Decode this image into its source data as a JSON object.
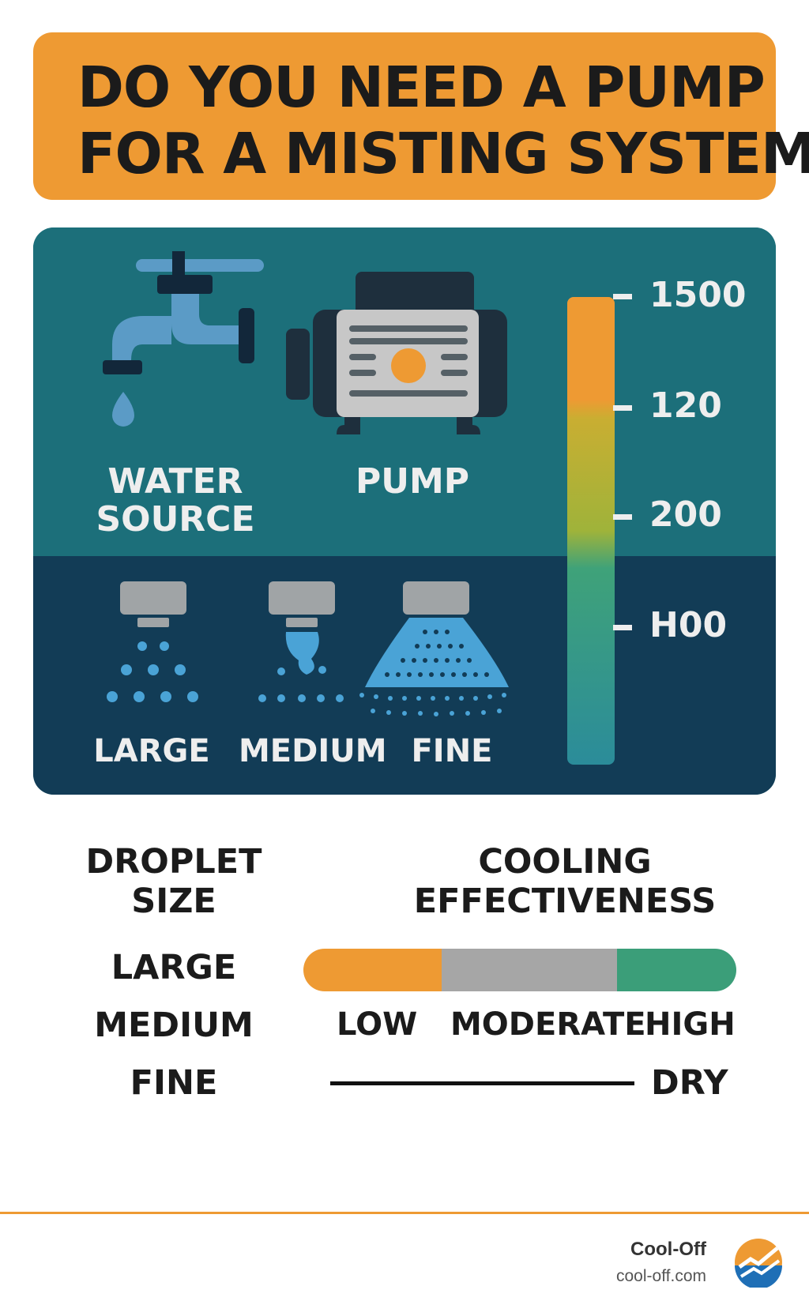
{
  "title": {
    "line1": "DO YOU NEED A PUMP",
    "line2": "FOR A MISTING SYSTEM?"
  },
  "diagram": {
    "water_source_label": "WATER SOURCE",
    "pump_label": "PUMP",
    "nozzles": {
      "large": "LARGE",
      "medium": "MEDIUM",
      "fine": "FINE"
    },
    "gauge_ticks": [
      "1500",
      "120",
      "200",
      "H00"
    ]
  },
  "legend": {
    "droplet_heading": "DROPLET SIZE",
    "cooling_heading": "COOLING EFFECTIVENESS",
    "sizes": [
      "LARGE",
      "MEDIUM",
      "FINE"
    ],
    "effectiveness": {
      "low": "LOW",
      "moderate": "MODERATE",
      "high": "HIGH",
      "dry": "DRY"
    }
  },
  "footer": {
    "brand": "Cool-Off",
    "url": "cool-off.com"
  },
  "colors": {
    "orange": "#ee9a33",
    "teal": "#1c6f7a",
    "navy": "#123c56",
    "green": "#3b9e79",
    "gray": "#a6a6a6"
  }
}
